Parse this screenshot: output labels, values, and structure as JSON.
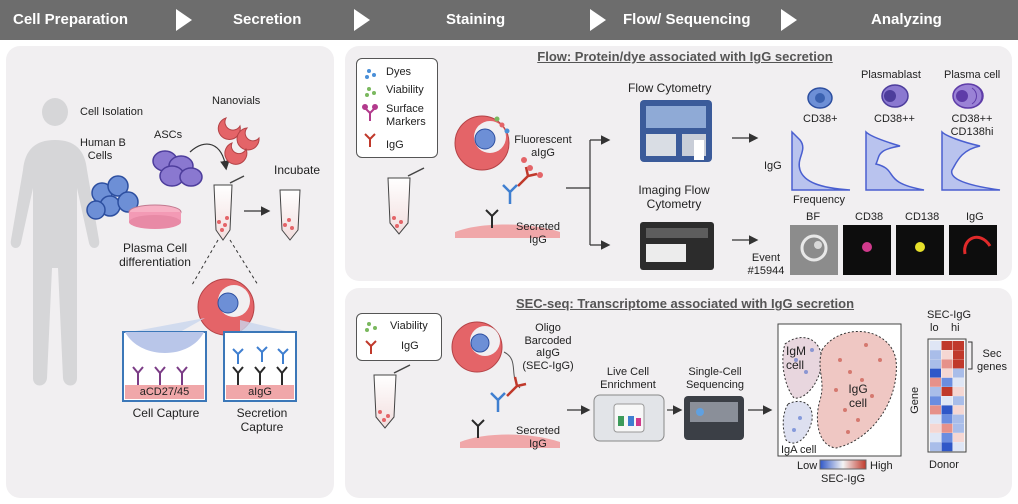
{
  "steps": [
    "Cell Preparation",
    "Secretion",
    "Staining",
    "Flow/ Sequencing",
    "Analyzing"
  ],
  "prep": {
    "cell_isolation": "Cell Isolation",
    "human_b_cells": [
      "Human B",
      "Cells"
    ],
    "ascs": "ASCs",
    "nanovials": "Nanovials",
    "incubate": "Incubate",
    "differentiation": [
      "Plasma Cell",
      "differentiation"
    ],
    "acd": "aCD27/45",
    "aigg": "aIgG",
    "cell_capture": "Cell Capture",
    "secretion_capture": [
      "Secretion",
      "Capture"
    ]
  },
  "flow": {
    "title": "Flow: Protein/dye associated with IgG secretion",
    "legend": [
      "Dyes",
      "Viability",
      "Surface",
      "Markers",
      "IgG"
    ],
    "fluorescent": [
      "Fluorescent",
      "aIgG"
    ],
    "secreted": [
      "Secreted",
      "IgG"
    ],
    "flow_cytometry": "Flow Cytometry",
    "imaging_flow": [
      "Imaging Flow",
      "Cytometry"
    ],
    "plasmablast": "Plasmablast",
    "plasma_cell": "Plasma cell",
    "cd38p": "CD38+",
    "cd38pp": "CD38++",
    "cd38pp_cd138": [
      "CD38++",
      "CD138hi"
    ],
    "igg_axis": "IgG",
    "frequency": "Frequency",
    "bf": "BF",
    "cd38": "CD38",
    "cd138": "CD138",
    "igg": "IgG",
    "event": [
      "Event",
      "#15944"
    ]
  },
  "secseq": {
    "title": "SEC-seq: Transcriptome associated with IgG secretion",
    "legend": [
      "Viability",
      "IgG"
    ],
    "oligo": [
      "Oligo",
      "Barcoded",
      "aIgG",
      "(SEC-IgG)"
    ],
    "secreted": [
      "Secreted",
      "IgG"
    ],
    "live_cell": [
      "Live Cell",
      "Enrichment"
    ],
    "single_cell": [
      "Single-Cell",
      "Sequencing"
    ],
    "igm_cell": [
      "IgM",
      "cell"
    ],
    "igg_cell": [
      "IgG",
      "cell"
    ],
    "iga_cell": "IgA cell",
    "low": "Low",
    "high": "High",
    "sec_igg_scale": "SEC-IgG",
    "heat_title": "SEC-IgG",
    "lo": "lo",
    "hi": "hi",
    "gene": "Gene",
    "donor": "Donor",
    "sec_genes": [
      "Sec",
      "genes"
    ]
  },
  "colors": {
    "banner": "#6d6d6d",
    "panel": "#f1eff1",
    "nanovial": "#e46468",
    "cell": "#3b62b0",
    "plasma": "#7a4fb8",
    "ridge": "#4a5fd0"
  }
}
